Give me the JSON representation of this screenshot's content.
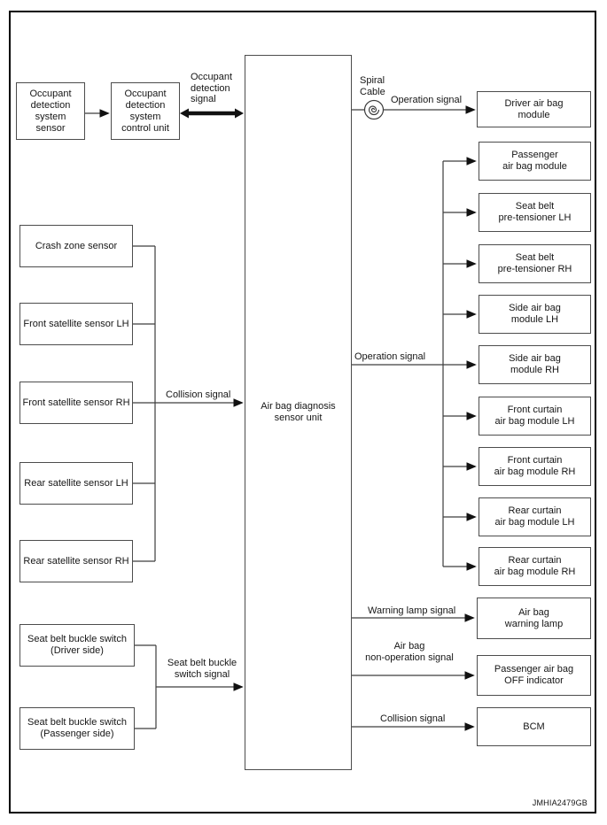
{
  "diagram": {
    "title_semantic": "Air bag system block diagram",
    "watermark": "JMHIA2479GB",
    "colors": {
      "background": "#ffffff",
      "frame": "#000000",
      "box_border": "#4c4c4c",
      "line": "#3d3d3d",
      "text": "#161616"
    },
    "boxes": {
      "occupant_sensor": "Occupant\ndetection\nsystem\nsensor",
      "occupant_control_unit": "Occupant\ndetection\nsystem\ncontrol unit",
      "central_unit": "Air bag diagnosis\nsensor unit",
      "driver_airbag_module": "Driver air bag\nmodule",
      "crash_zone_sensor": "Crash zone sensor",
      "front_satellite_lh": "Front satellite sensor LH",
      "front_satellite_rh": "Front satellite sensor RH",
      "rear_satellite_lh": "Rear satellite sensor LH",
      "rear_satellite_rh": "Rear satellite sensor RH",
      "seat_belt_buckle_driver": "Seat belt buckle switch\n(Driver side)",
      "seat_belt_buckle_passenger": "Seat belt buckle switch\n(Passenger side)",
      "passenger_airbag_module": "Passenger\nair bag module",
      "pretensioner_lh": "Seat belt\npre-tensioner LH",
      "pretensioner_rh": "Seat belt\npre-tensioner RH",
      "side_airbag_lh": "Side air bag\nmodule LH",
      "side_airbag_rh": "Side air bag\nmodule RH",
      "front_curtain_lh": "Front curtain\nair bag module LH",
      "front_curtain_rh": "Front curtain\nair bag module RH",
      "rear_curtain_lh": "Rear curtain\nair bag module LH",
      "rear_curtain_rh": "Rear curtain\nair bag module RH",
      "airbag_warning_lamp": "Air bag\nwarning lamp",
      "passenger_airbag_off_indicator": "Passenger air bag\nOFF indicator",
      "bcm": "BCM"
    },
    "labels": {
      "occupant_detection_signal": "Occupant\ndetection\nsignal",
      "spiral_cable": "Spiral\nCable",
      "operation_signal_top": "Operation signal",
      "operation_signal_mid": "Operation signal",
      "collision_signal_left": "Collision signal",
      "seat_belt_buckle_switch_signal": "Seat belt buckle\nswitch signal",
      "warning_lamp_signal": "Warning lamp signal",
      "airbag_non_operation_signal": "Air bag\nnon-operation signal",
      "collision_signal_bottom": "Collision signal"
    }
  }
}
